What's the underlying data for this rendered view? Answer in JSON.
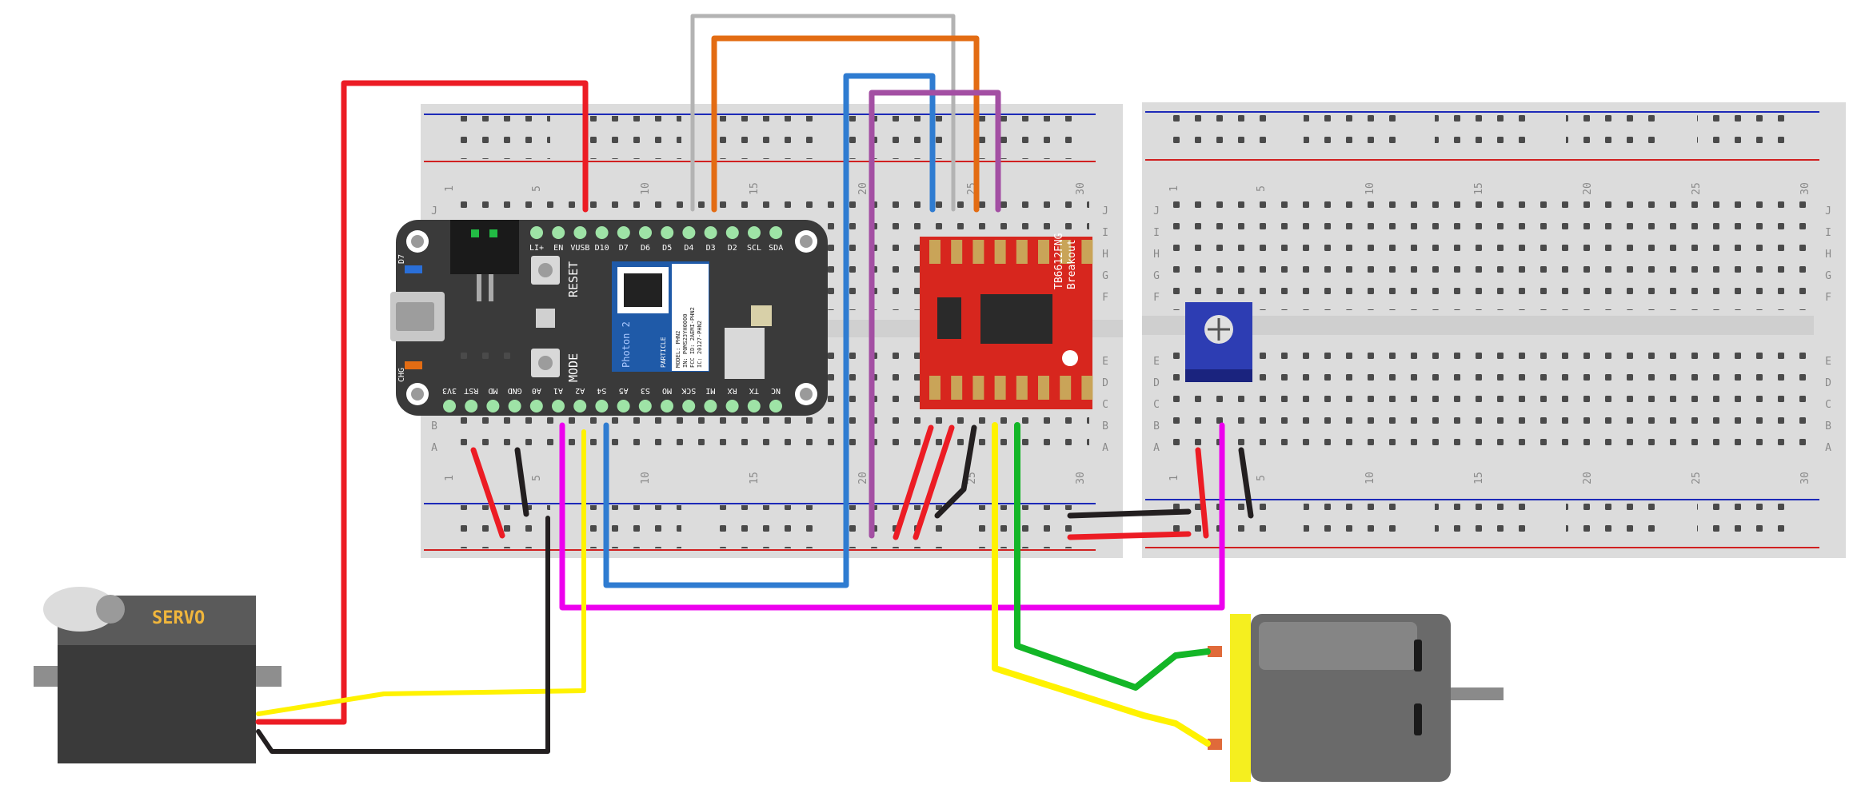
{
  "breadboard_left": {
    "column_numbers": [
      "1",
      "5",
      "10",
      "15",
      "20",
      "25",
      "30"
    ],
    "row_letters_top": [
      "J",
      "I",
      "H",
      "G",
      "F"
    ],
    "row_letters_bottom": [
      "E",
      "D",
      "C",
      "B",
      "A"
    ]
  },
  "breadboard_right": {
    "column_numbers": [
      "1",
      "5",
      "10",
      "15",
      "20",
      "25",
      "30"
    ],
    "row_letters_top": [
      "J",
      "I",
      "H",
      "G",
      "F"
    ],
    "row_letters_bottom": [
      "E",
      "D",
      "C",
      "B",
      "A"
    ]
  },
  "photon": {
    "top_pins": [
      "LI+",
      "EN",
      "VUSB",
      "D10",
      "D7",
      "D6",
      "D5",
      "D4",
      "D3",
      "D2",
      "SCL",
      "SDA"
    ],
    "bottom_pins": [
      "3V3",
      "RST",
      "MD",
      "GND",
      "A0",
      "A1",
      "A2",
      "S4",
      "A5",
      "S3",
      "MO",
      "SCK",
      "MI",
      "RX",
      "TX",
      "NC"
    ],
    "reset_label": "RESET",
    "mode_label": "MODE",
    "d7_label": "D7",
    "chg_label": "CHG",
    "module_name": "Photon 2",
    "module_brand": "PARTICLE",
    "module_lines": [
      "MODEL: PHN2",
      "IN: P0MS23YH0000",
      "FCC ID: 2AEMI-PHN2",
      "IC: 20127-PHN2"
    ]
  },
  "driver": {
    "label": "TB6612FNG\nBreakout"
  },
  "servo": {
    "label": "SERVO"
  },
  "colors": {
    "red": "#ec1c24",
    "black": "#231f20",
    "yellow": "#fff200",
    "blue": "#2f7cd1",
    "magenta": "#ed00ee",
    "orange": "#e36c13",
    "purple": "#a34fa3",
    "gray": "#b3b3b3",
    "green": "#13b627",
    "board_red": "#d7261e",
    "photon_body": "#3a3a3a",
    "motor_yellow": "#f5ef1f"
  }
}
